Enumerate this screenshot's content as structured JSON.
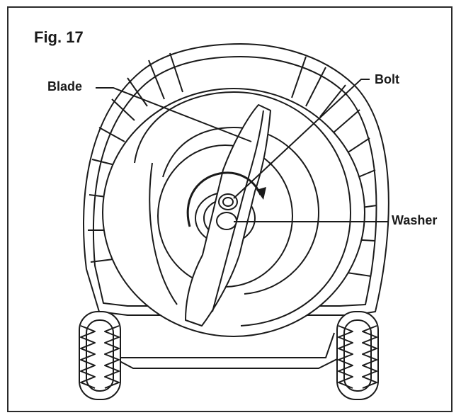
{
  "figure": {
    "title": "Fig. 17"
  },
  "labels": {
    "blade": "Blade",
    "bolt": "Bolt",
    "washer": "Washer"
  },
  "colors": {
    "line": "#1a1a1a",
    "fill": "#ffffff",
    "frame": "#2a2a2a"
  }
}
